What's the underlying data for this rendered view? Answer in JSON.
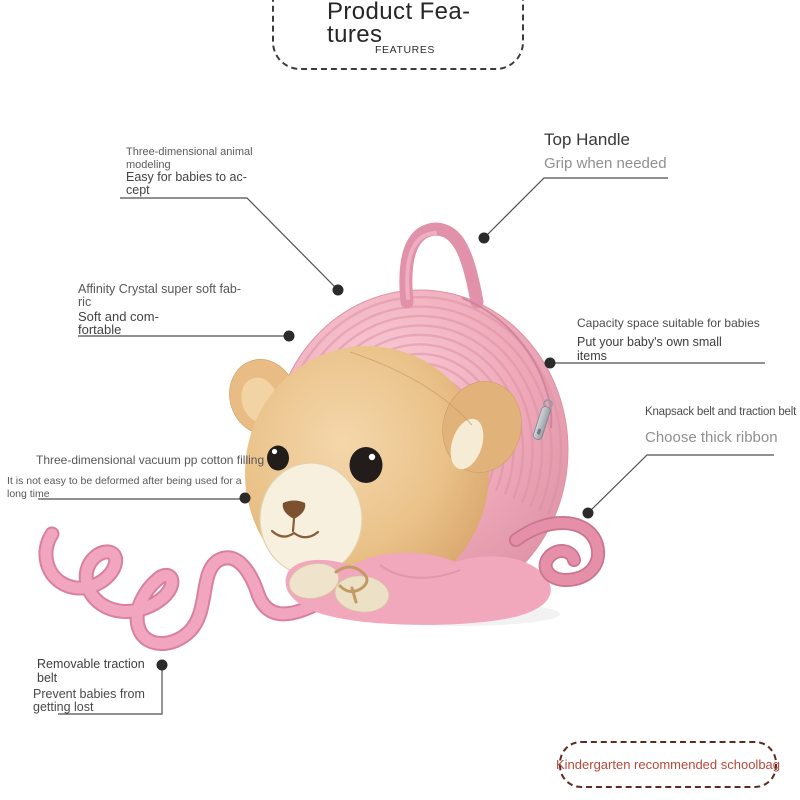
{
  "header": {
    "title": "Product Fea-\ntures",
    "subtitle": "FEATURES"
  },
  "callouts": {
    "animal_modeling": {
      "title": "Three-dimensional animal\nmodeling",
      "desc": "Easy for babies to ac-\ncept"
    },
    "top_handle": {
      "title": "Top Handle",
      "desc": "Grip when needed"
    },
    "soft_fabric": {
      "title": "Affinity Crystal super soft fab-\nric",
      "desc": "Soft and com-\nfortable"
    },
    "capacity": {
      "title": "Capacity space suitable for babies",
      "desc": "Put your baby's own small\nitems"
    },
    "knapsack_belt": {
      "title": "Knapsack belt and traction belt",
      "desc": "Choose thick ribbon"
    },
    "cotton_filling": {
      "title": "Three-dimensional vacuum pp cotton filling",
      "desc": "It is not easy to be deformed after being used for a\nlong time"
    },
    "removable_belt": {
      "title": "Removable traction\nbelt",
      "desc": "Prevent babies from\ngetting lost"
    }
  },
  "footer": {
    "badge": "Kindergarten recommended schoolbag"
  },
  "colors": {
    "bag_pink": "#f0abbb",
    "bag_rib": "#db90a3",
    "bear_tan": "#eac289",
    "snout_cream": "#f8f0df",
    "strap_pink": "#f2a5bf",
    "callout_line": "#4f4f4f",
    "badge_text": "#b5493b",
    "badge_border": "#5f2b20"
  }
}
